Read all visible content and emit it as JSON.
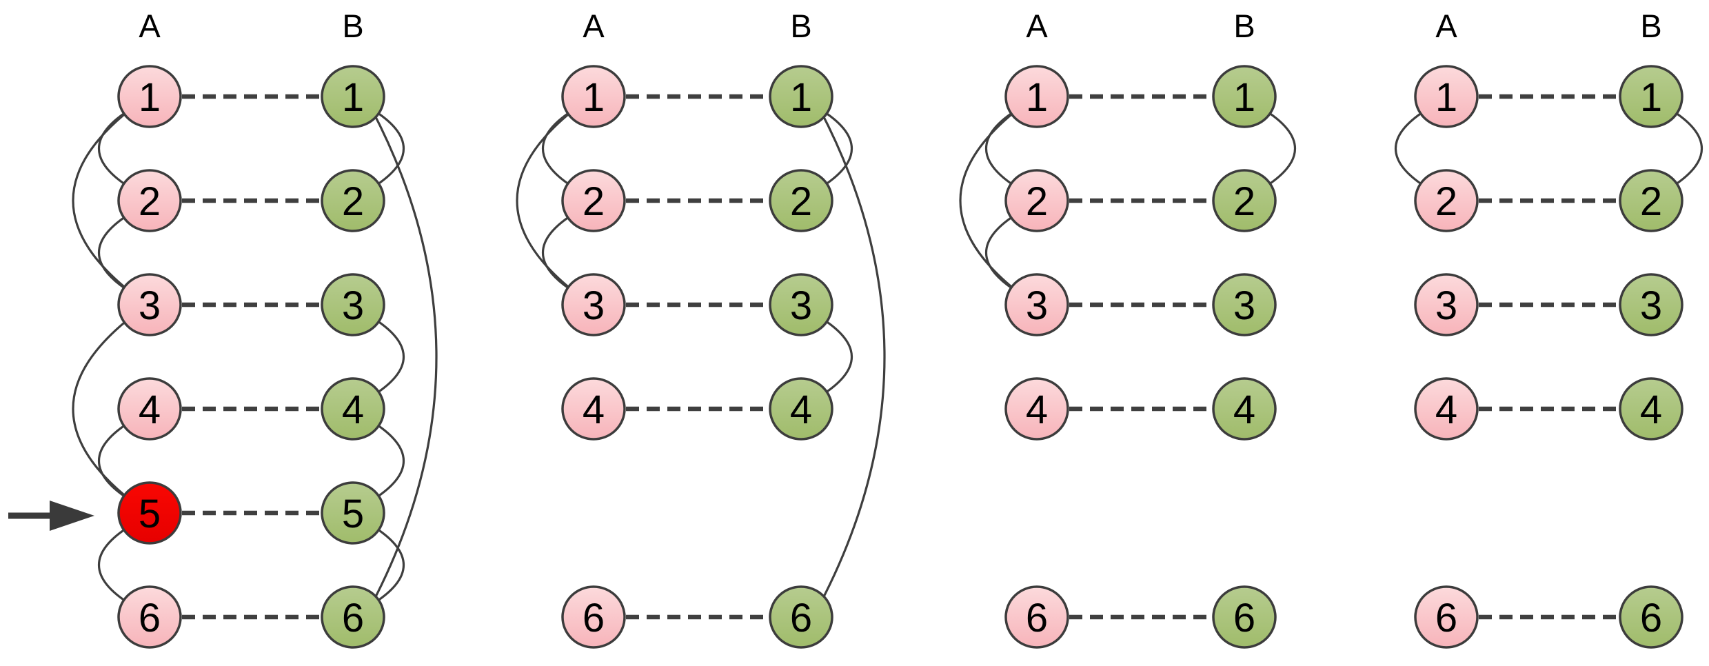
{
  "diagram": {
    "type": "bipartite-matching-sequence",
    "description": "Four side-by-side bipartite graphs with columns A (pink nodes) and B (green nodes); dashed horizontal edges match equal-numbered nodes; curved arcs join nodes within each column; node A5 in the first panel is highlighted red and pointed at by an arrow; panels 2-4 omit node 5 and progressively drop arcs.",
    "colors": {
      "background": "#ffffff",
      "pink_node_top": "#fcdadc",
      "pink_node_bottom": "#f7b4ba",
      "green_node_top": "#b6cc8f",
      "green_node_bottom": "#a0bc6b",
      "red_node": "#ee0000",
      "node_stroke": "#3c3c3c",
      "arc_stroke": "#3e3e3e",
      "dashed_edge": "#3f3f3f",
      "arrow": "#3a3a3a",
      "text": "#000000"
    },
    "arrow": {
      "points_to": {
        "panel": 1,
        "column": "A",
        "node": "5"
      },
      "direction": "right"
    },
    "panels": [
      {
        "index": 1,
        "column_a_label": "A",
        "column_b_label": "B",
        "a_nodes": [
          "1",
          "2",
          "3",
          "4",
          "5",
          "6"
        ],
        "b_nodes": [
          "1",
          "2",
          "3",
          "4",
          "5",
          "6"
        ],
        "highlighted_a_nodes": [
          "5"
        ],
        "matches": [
          [
            "1",
            "1"
          ],
          [
            "2",
            "2"
          ],
          [
            "3",
            "3"
          ],
          [
            "4",
            "4"
          ],
          [
            "5",
            "5"
          ],
          [
            "6",
            "6"
          ]
        ],
        "a_side_arcs": [
          [
            "1",
            "2"
          ],
          [
            "1",
            "3"
          ],
          [
            "2",
            "3"
          ],
          [
            "3",
            "5"
          ],
          [
            "4",
            "5"
          ],
          [
            "5",
            "6"
          ]
        ],
        "b_side_arcs": [
          [
            "1",
            "2"
          ],
          [
            "1",
            "6"
          ],
          [
            "3",
            "4"
          ],
          [
            "4",
            "5"
          ],
          [
            "5",
            "6"
          ]
        ]
      },
      {
        "index": 2,
        "column_a_label": "A",
        "column_b_label": "B",
        "a_nodes": [
          "1",
          "2",
          "3",
          "4",
          "6"
        ],
        "b_nodes": [
          "1",
          "2",
          "3",
          "4",
          "6"
        ],
        "highlighted_a_nodes": [],
        "matches": [
          [
            "1",
            "1"
          ],
          [
            "2",
            "2"
          ],
          [
            "3",
            "3"
          ],
          [
            "4",
            "4"
          ],
          [
            "6",
            "6"
          ]
        ],
        "a_side_arcs": [
          [
            "1",
            "2"
          ],
          [
            "1",
            "3"
          ],
          [
            "2",
            "3"
          ]
        ],
        "b_side_arcs": [
          [
            "1",
            "2"
          ],
          [
            "1",
            "6"
          ],
          [
            "3",
            "4"
          ]
        ]
      },
      {
        "index": 3,
        "column_a_label": "A",
        "column_b_label": "B",
        "a_nodes": [
          "1",
          "2",
          "3",
          "4",
          "6"
        ],
        "b_nodes": [
          "1",
          "2",
          "3",
          "4",
          "6"
        ],
        "highlighted_a_nodes": [],
        "matches": [
          [
            "1",
            "1"
          ],
          [
            "2",
            "2"
          ],
          [
            "3",
            "3"
          ],
          [
            "4",
            "4"
          ],
          [
            "6",
            "6"
          ]
        ],
        "a_side_arcs": [
          [
            "1",
            "2"
          ],
          [
            "1",
            "3"
          ],
          [
            "2",
            "3"
          ]
        ],
        "b_side_arcs": [
          [
            "1",
            "2"
          ]
        ]
      },
      {
        "index": 4,
        "column_a_label": "A",
        "column_b_label": "B",
        "a_nodes": [
          "1",
          "2",
          "3",
          "4",
          "6"
        ],
        "b_nodes": [
          "1",
          "2",
          "3",
          "4",
          "6"
        ],
        "highlighted_a_nodes": [],
        "matches": [
          [
            "1",
            "1"
          ],
          [
            "2",
            "2"
          ],
          [
            "3",
            "3"
          ],
          [
            "4",
            "4"
          ],
          [
            "6",
            "6"
          ]
        ],
        "a_side_arcs": [
          [
            "1",
            "2"
          ]
        ],
        "b_side_arcs": [
          [
            "1",
            "2"
          ]
        ]
      }
    ]
  }
}
